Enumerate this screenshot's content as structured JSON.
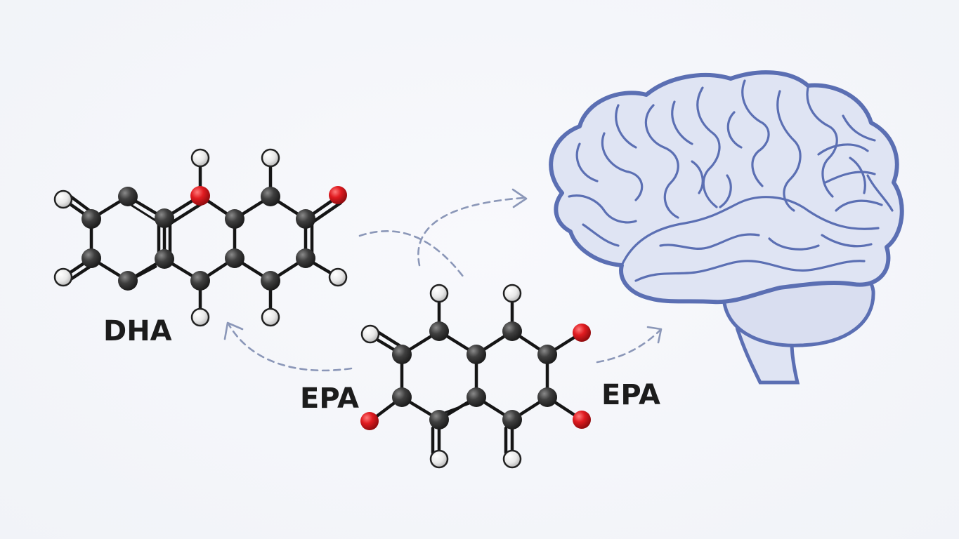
{
  "labels": {
    "dha": "DHA",
    "epa_left": "EPA",
    "epa_right": "EPA"
  },
  "colors": {
    "carbon": "#3a3a3a",
    "oxygen": "#d8181e",
    "hydrogen": "#e6e6e6",
    "bond": "#151515",
    "arrow": "#8b97b8",
    "brain_outline": "#5b6fb3",
    "brain_fill": "#dfe4f3"
  },
  "icons": {
    "brain": "brain-icon",
    "molecule_dha": "dha-molecule-icon",
    "molecule_epa": "epa-molecule-icon"
  }
}
